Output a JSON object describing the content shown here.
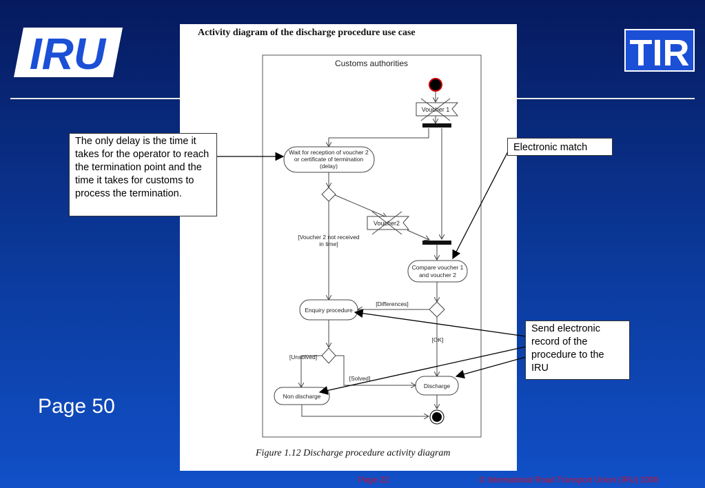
{
  "logos": {
    "left": "IRU",
    "right": "TIR"
  },
  "page_label": "Page  50",
  "document": {
    "title": "Activity diagram of the discharge procedure use case",
    "caption": "Figure 1.12  Discharge procedure activity diagram"
  },
  "diagram": {
    "swimlane": "Customs authorities",
    "object_voucher1": "Voucher 1",
    "object_voucher2": "Voucher2",
    "wait_activity": [
      "Wait for reception of voucher 2",
      "or certificate of termination",
      "(delay)"
    ],
    "compare_activity": [
      "Compare voucher 1",
      "and voucher 2"
    ],
    "enquiry_activity": "Enquiry procedure",
    "discharge_activity": "Discharge",
    "non_discharge_activity": "Non discharge",
    "guard_not_received": [
      "[Voucher 2 not received",
      "in time]"
    ],
    "guard_differences": "[Differences]",
    "guard_ok": "[OK]",
    "guard_unsolved": "[Unsolved]",
    "guard_solved": "[Solved]"
  },
  "callouts": {
    "delay": "The only delay is the time it takes for the operator to reach the termination point and the time it takes for customs to process the termination.",
    "match": "Electronic match",
    "send": "Send electronic record of the procedure to the IRU"
  },
  "footer": {
    "page": "Page 22",
    "copyright": "© International Road Transport Union (IRU) 2006"
  },
  "colors": {
    "background_top": "#061a5e",
    "background_bottom": "#1150c8",
    "iru_blue": "#1a4fd6",
    "footer_red": "#c8102e",
    "start_node": "#cc0000"
  }
}
